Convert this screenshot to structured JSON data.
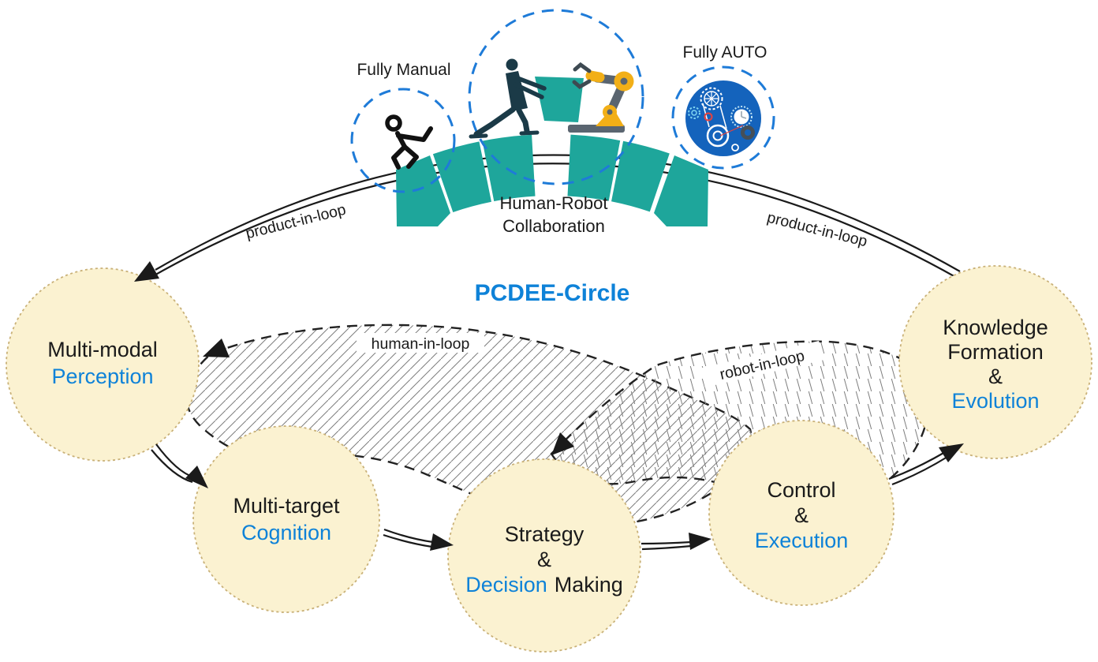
{
  "title": "PCDEE-Circle",
  "colors": {
    "accent_blue": "#0E82D8",
    "teal": "#1EA69B",
    "stage_circle_fill": "#FBF2D1",
    "stage_circle_border": "#C9B178",
    "dashed_circle_blue": "#1E7BD8",
    "robot_yellow": "#F2AF17",
    "robot_gray": "#5A6570",
    "gear_disc_blue": "#1463BC",
    "human_suit": "#1B3A47"
  },
  "top": {
    "fully_manual": "Fully Manual",
    "fully_auto": "Fully AUTO",
    "collab_line1": "Human-Robot",
    "collab_line2": "Collaboration"
  },
  "loops": {
    "product_left": "product-in-loop",
    "product_right": "product-in-loop",
    "human": "human-in-loop",
    "robot": "robot-in-loop"
  },
  "stages": [
    {
      "line1": "Multi-modal",
      "line2": "Perception"
    },
    {
      "line1": "Multi-target",
      "line2": "Cognition"
    },
    {
      "line1": "Strategy",
      "line2": "&",
      "line3a": "Decision",
      "line3b": "Making"
    },
    {
      "line1": "Control",
      "line2": "&",
      "line3": "Execution"
    },
    {
      "line1": "Knowledge",
      "line2": "Formation",
      "line3": "&",
      "line4": "Evolution"
    }
  ]
}
